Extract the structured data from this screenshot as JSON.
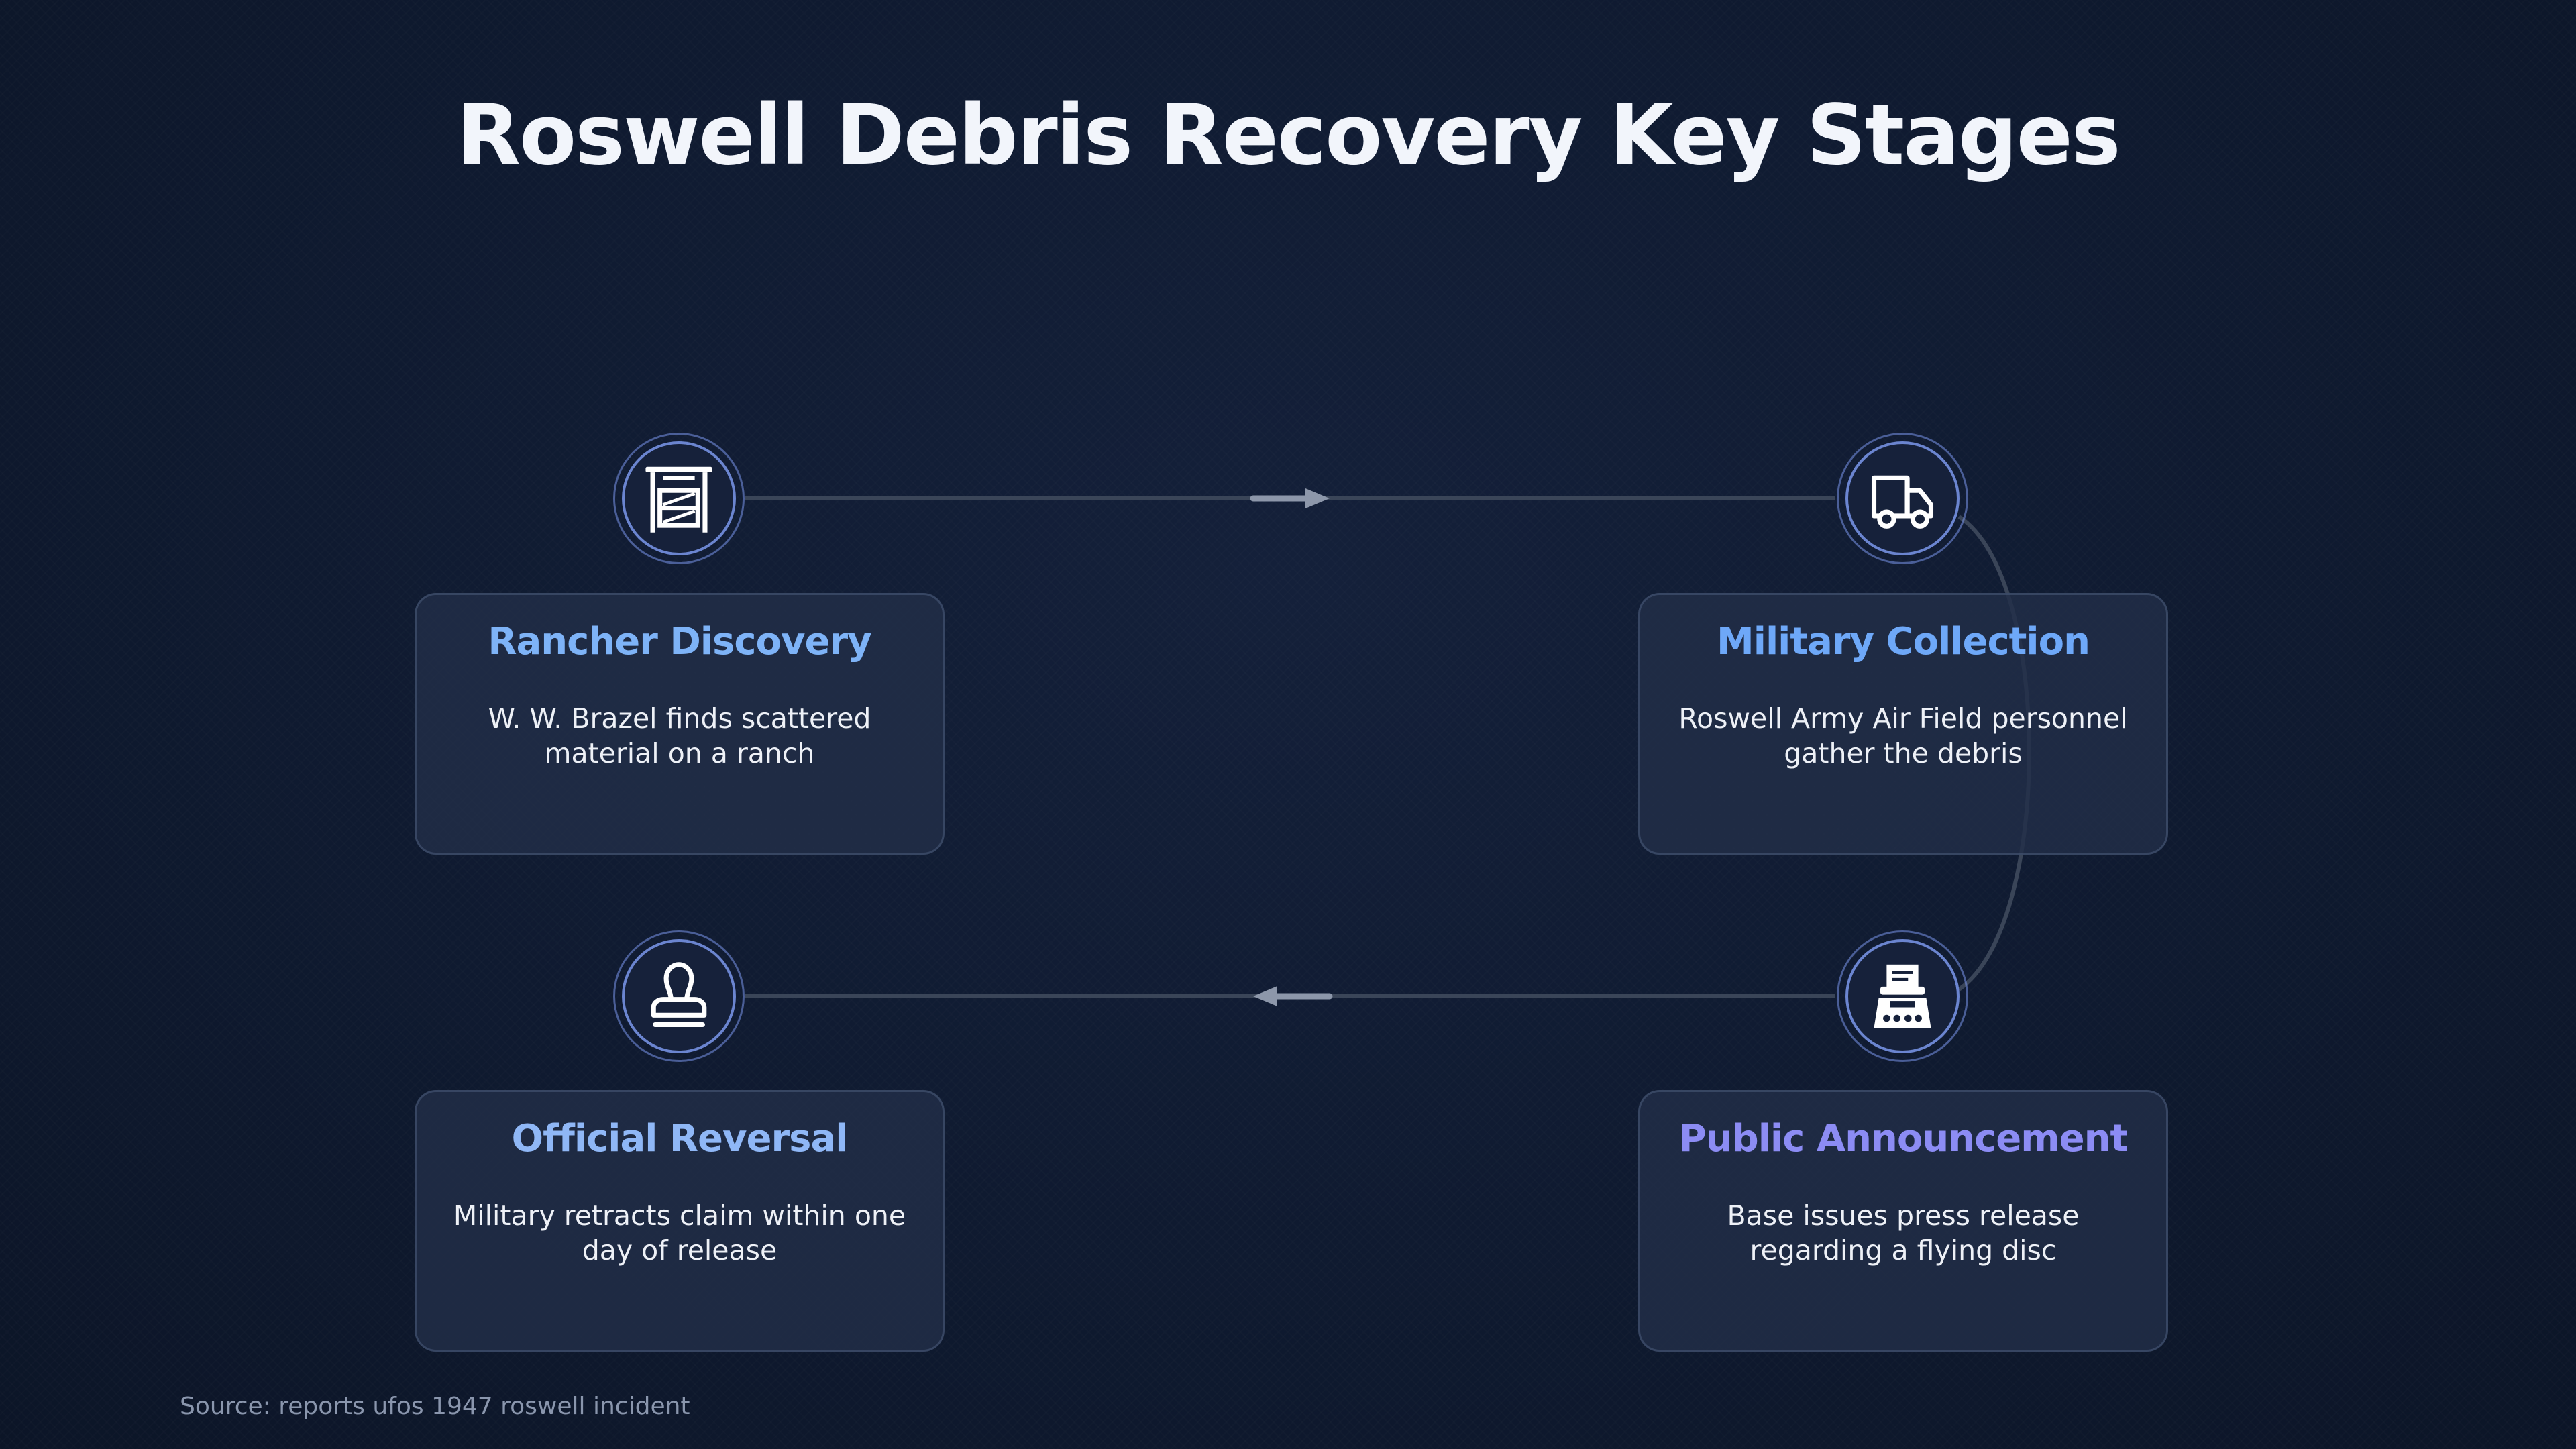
{
  "title": "Roswell Debris Recovery Key Stages",
  "stages": [
    {
      "title": "Rancher Discovery",
      "description": "W. W. Brazel finds scattered material on a ranch",
      "icon": "ranch-gate-icon",
      "color": "#7eb3f7"
    },
    {
      "title": "Military Collection",
      "description": "Roswell Army Air Field personnel gather the debris",
      "icon": "truck-icon",
      "color": "#6ea8f8"
    },
    {
      "title": "Public Announcement",
      "description": "Base issues press release regarding a flying disc",
      "icon": "typewriter-icon",
      "color": "#8c8cf4"
    },
    {
      "title": "Official Reversal",
      "description": "Military retracts claim within one day of release",
      "icon": "rubber-stamp-icon",
      "color": "#8fb7f6"
    }
  ],
  "source": "Source: reports ufos 1947 roswell incident",
  "colors": {
    "background": "#0f1a30",
    "card": "#222e48",
    "ring": "#7a96eb",
    "connector": "#3a4558",
    "arrow": "#8d97aa"
  }
}
